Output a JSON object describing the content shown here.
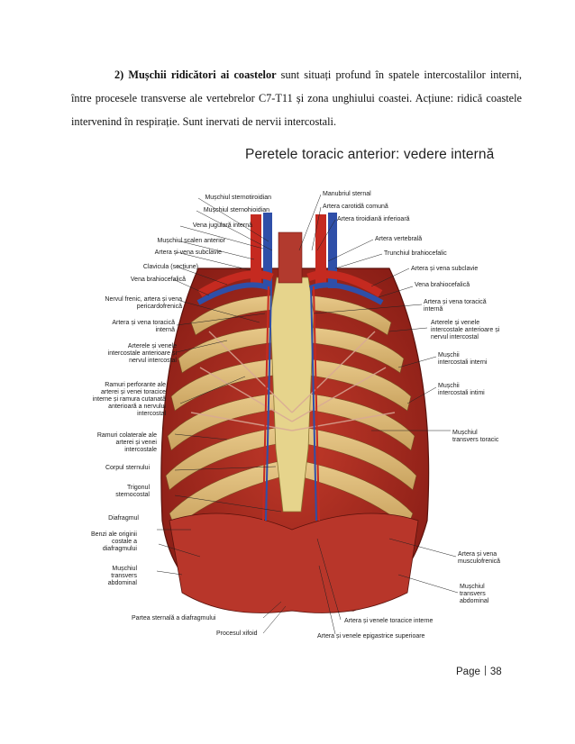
{
  "paragraph": {
    "heading": "2) Mușchii ridicători ai coastelor",
    "text": " sunt situați profund în spatele intercostalilor interni, între procesele transverse ale vertebrelor C7-T11 și zona unghiului coastei. Acțiune: ridică coastele intervenind în respirație. Sunt inervati de nervii intercostali."
  },
  "figure": {
    "title": "Peretele toracic anterior: vedere internă",
    "labels_left": [
      "Mușchiul sternotiroidian",
      "Mușchiul sternohioidian",
      "Vena jugulară internă",
      "Mușchiul scalen anterior",
      "Artera și vena subclavie",
      "Clavicula (secțiune)",
      "Vena brahiocefalică",
      "Nervul frenic, artera și vena pericardofrenică",
      "Artera și vena toracică internă",
      "Arterele și venele intercostale anterioare și nervul intercostal",
      "Ramuri perforante ale arterei și venei toracice interne și ramura cutanată anterioară a nervului intercostal",
      "Ramuri colaterale ale arterei și venei intercostale",
      "Corpul sternului",
      "Trigonul sternocostal",
      "Diafragmul",
      "Benzi ale originii costale a diafragmului",
      "Mușchiul transvers abdominal",
      "Partea sternală a diafragmului",
      "Procesul xifoid"
    ],
    "labels_right": [
      "Manubriul sternal",
      "Artera carotidă comună",
      "Artera tiroidiană inferioară",
      "Artera vertebrală",
      "Trunchiul brahiocefalic",
      "Artera și vena subclavie",
      "Vena brahiocefalică",
      "Artera și vena toracică internă",
      "Arterele și venele intercostale anterioare și nervul intercostal",
      "Mușchii intercostali interni",
      "Mușchii intercostali intimi",
      "Mușchiul transvers toracic",
      "Artera și vena musculofrenică",
      "Mușchiul transvers abdominal",
      "Artera și venele toracice interne",
      "Artera și venele epigastrice superioare"
    ]
  },
  "footer": {
    "page_label": "Page",
    "page_number": "38"
  }
}
